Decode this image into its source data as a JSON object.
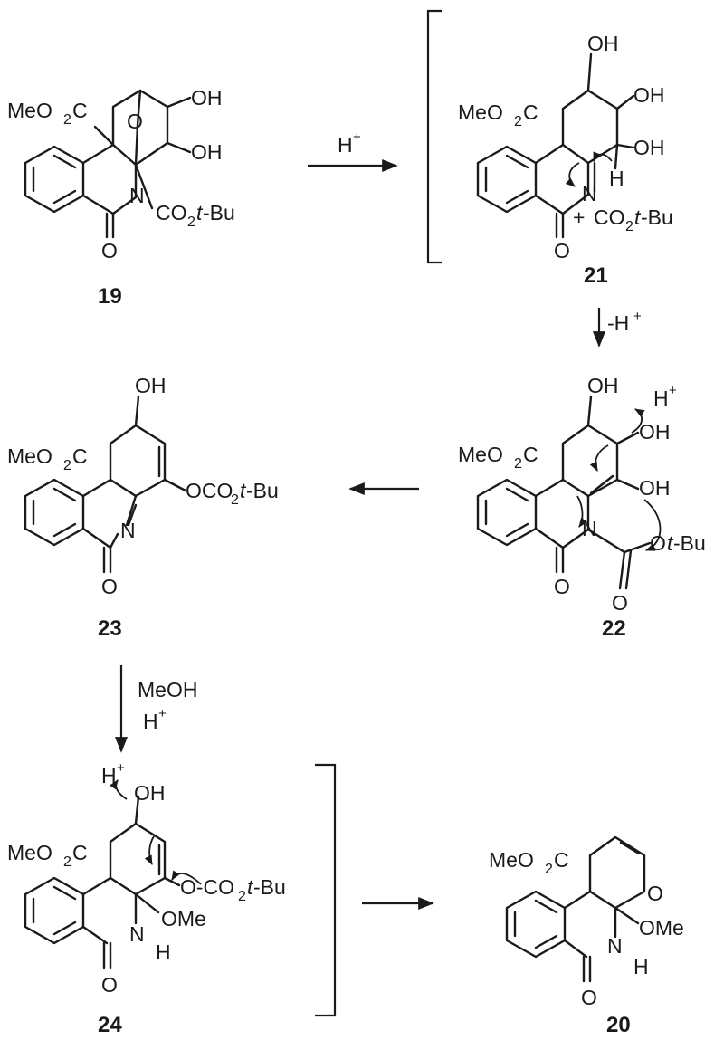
{
  "text": {
    "meo2c": "MeO",
    "sub2": "2",
    "c": "C",
    "oh": "OH",
    "o": "O",
    "n": "N",
    "h": "H",
    "hplus_h": "H",
    "plus": "+",
    "co2tbu_pre": "CO",
    "co2tbu_post": "t",
    "bu": "-Bu",
    "ome": "OMe",
    "ot": "O",
    "tbu_t": "t",
    "ocoo": "OCO",
    "odash_co": "O-CO",
    "minus_h": "-H"
  },
  "compounds": {
    "c19": "19",
    "c21": "21",
    "c22": "22",
    "c23": "23",
    "c24": "24",
    "c20": "20"
  },
  "arrows": {
    "a1": "H",
    "a3_line1": "MeOH",
    "a3_line2": "H"
  }
}
